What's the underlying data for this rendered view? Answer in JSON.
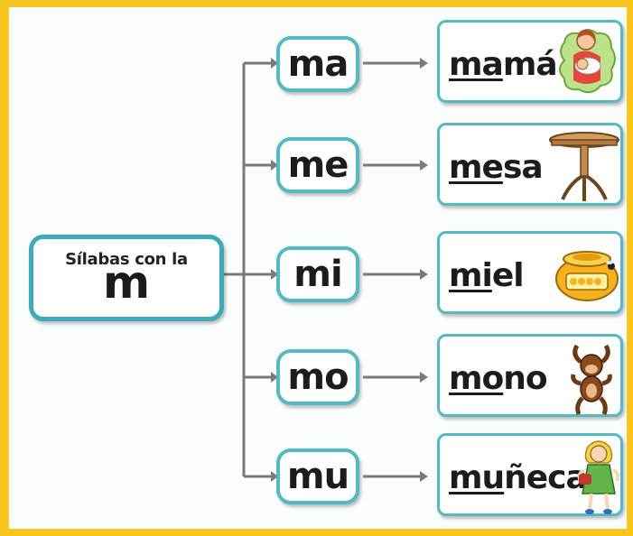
{
  "diagram": {
    "root": {
      "caption": "Sílabas con la",
      "letter": "m"
    },
    "rows": [
      {
        "syllable": "ma",
        "word_prefix": "ma",
        "word_rest": "má",
        "picture": "mother-with-baby-icon"
      },
      {
        "syllable": "me",
        "word_prefix": "me",
        "word_rest": "sa",
        "picture": "table-icon"
      },
      {
        "syllable": "mi",
        "word_prefix": "mi",
        "word_rest": "el",
        "picture": "honey-pot-icon"
      },
      {
        "syllable": "mo",
        "word_prefix": "mo",
        "word_rest": "no",
        "picture": "monkey-icon"
      },
      {
        "syllable": "mu",
        "word_prefix": "mu",
        "word_rest": "ñeca",
        "picture": "doll-icon"
      }
    ]
  },
  "colors": {
    "border_frame": "#f7c71f",
    "box_border": "#55b9c4",
    "connector": "#777777"
  }
}
